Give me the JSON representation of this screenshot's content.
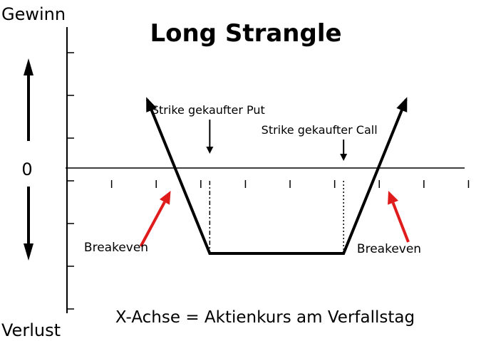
{
  "chart_data": {
    "type": "line",
    "title": "Long Strangle",
    "ylabel_top": "Gewinn",
    "ylabel_bottom": "Verlust",
    "zero_label": "0",
    "xlabel": "X-Achse = Aktienkurs am Verfallstag",
    "series": [
      {
        "values": [
          {
            "x": 45,
            "y": 1.9
          },
          {
            "x": 80,
            "y": -1.7
          },
          {
            "x": 155,
            "y": -1.7
          },
          {
            "x": 190,
            "y": 1.9
          }
        ]
      }
    ],
    "annotations": {
      "put_strike": {
        "text": "Strike gekaufter Put",
        "x": 80
      },
      "call_strike": {
        "text": "Strike gekaufter Call",
        "x": 155
      },
      "breakeven_left": {
        "text": "Breakeven",
        "x": 60.5
      },
      "breakeven_right": {
        "text": "Breakeven",
        "x": 174.5
      }
    },
    "xlim": [
      0,
      232
    ],
    "ylim": [
      -3.1,
      3.6
    ],
    "colors": {
      "line": "#000000",
      "breakeven_arrow": "#e01b1b"
    }
  }
}
